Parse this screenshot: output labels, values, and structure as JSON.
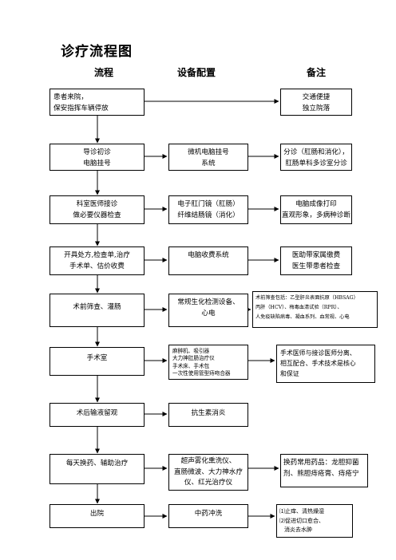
{
  "title": "诊疗流程图",
  "headers": {
    "process": "流程",
    "equipment": "设备配置",
    "remarks": "备注"
  },
  "rows": [
    {
      "process": [
        "患者来院，",
        "保安指挥车辆停放"
      ],
      "equipment": [],
      "remarks": [
        "交通便捷",
        "独立院落"
      ]
    },
    {
      "process": [
        "导诊初诊",
        "电脑挂号"
      ],
      "equipment": [
        "微机电脑挂号",
        "系统"
      ],
      "remarks": [
        "分诊（肛肠和消化），",
        "肛肠单科多诊室分诊"
      ]
    },
    {
      "process": [
        "科室医师接诊",
        "做必要仪器检查"
      ],
      "equipment": [
        "电子肛门镜（肛肠）",
        "纤维结肠镜（消化）"
      ],
      "remarks": [
        "电脑成像打印",
        "直观形象，多病种诊断"
      ]
    },
    {
      "process": [
        "开具处方,检查单,治疗",
        "手术单、估价收费"
      ],
      "equipment": [
        "电脑收费系统"
      ],
      "remarks": [
        "医助带家属缴费",
        "医生带患者检查"
      ]
    },
    {
      "process": [
        "术前筛查、灌肠"
      ],
      "equipment": [
        "常规生化检测设备、",
        "心电"
      ],
      "remarks": [
        "术前筛查包括：乙型肝炎表面抗原（HBSAG）",
        "丙肝（HCV）、梅毒血清试验（RPR）、",
        "人免疫缺陷病毒、凝血系列、血常规、心电"
      ]
    },
    {
      "process": [
        "手术室"
      ],
      "equipment": [
        "麻醉机、吸引器",
        "大力神肛肠治疗仪",
        "手术床、手术包",
        "一次性使用管型痔吻合器"
      ],
      "remarks": [
        "手术医师与接诊医师分离、",
        "相互配合、手术技术是核心",
        "和保证"
      ]
    },
    {
      "process": [
        "术后输液留观"
      ],
      "equipment": [
        "抗生素消炎"
      ],
      "remarks": []
    },
    {
      "process": [
        "每天换药、辅助治疗"
      ],
      "equipment": [
        "超声雾化熏洗仪、",
        "直肠微波、大力神水疗",
        "仪、红光治疗仪"
      ],
      "remarks": [
        "换药常用药品：龙胆抑菌",
        "剂、熊胆痔疮膏、痔疮宁"
      ]
    },
    {
      "process": [
        "出院"
      ],
      "equipment": [
        "中药冲洗"
      ],
      "remarks": [
        "⑴止痒、清热燥湿",
        "⑵促进切口愈合、",
        "消炎去水肿"
      ]
    }
  ]
}
